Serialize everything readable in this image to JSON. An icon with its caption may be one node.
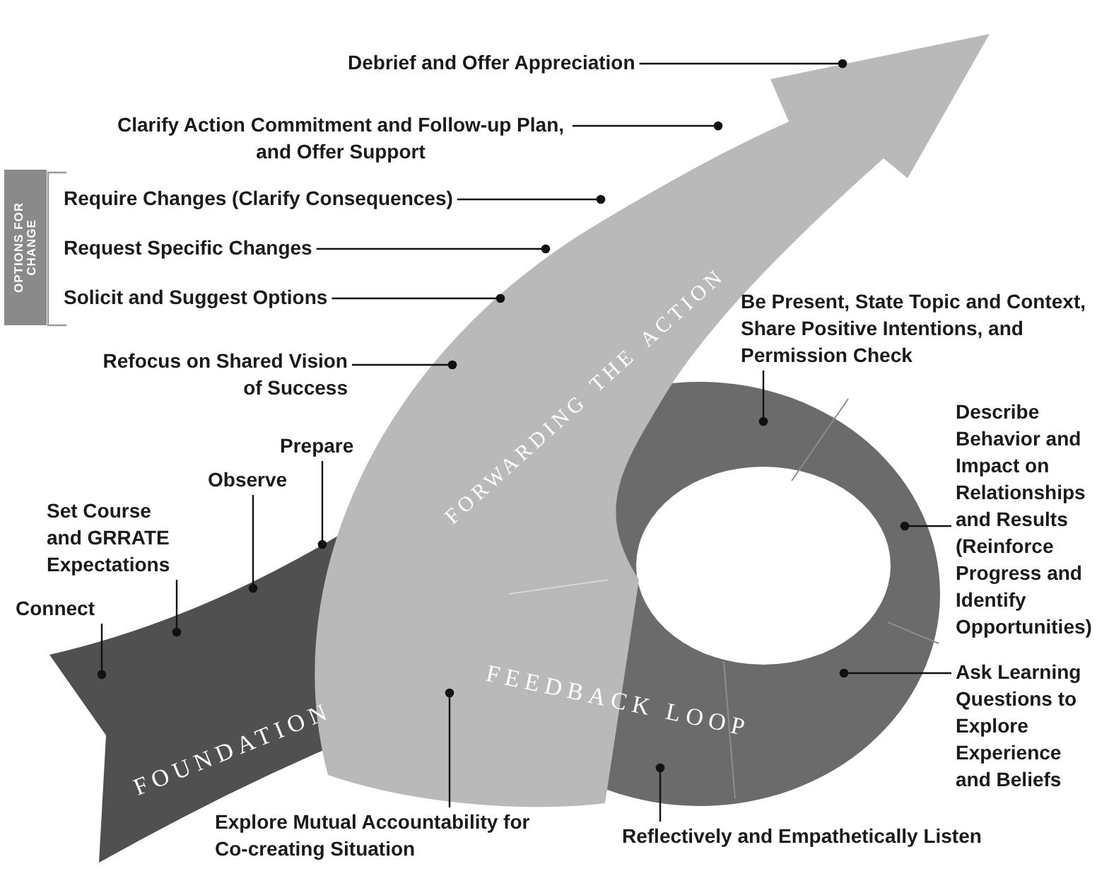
{
  "diagram": {
    "nodes": [
      {
        "text": [
          "Connect"
        ]
      },
      {
        "text": [
          "Set Course and GRRATE Expectations"
        ]
      },
      {
        "text": [
          "Observe"
        ]
      },
      {
        "text": [
          "Prepare"
        ]
      },
      {
        "text": [
          "Refocus on Shared Vision of Success"
        ]
      },
      {
        "text": [
          "Solicit and Suggest Options"
        ]
      },
      {
        "text": [
          "Request Specific Changes"
        ]
      },
      {
        "text": [
          "Require Changes (Clarify Consequences)"
        ]
      },
      {
        "text": [
          "Clarify Action Commitment and Follow-up Plan, and Offer Support"
        ]
      },
      {
        "text": [
          "Debrief and Offer Appreciation"
        ]
      },
      {
        "text": [
          "Be Present, State Topic and Context, Share Positive Intentions, and Permission Check"
        ]
      },
      {
        "text": [
          "Describe Behavior and Impact on Relationships and Results (Reinforce Progress and Identify Opportunities)"
        ]
      },
      {
        "text": [
          "Ask Learning Questions to Explore Experience and Beliefs"
        ]
      },
      {
        "text": [
          "Reflectively and Empathetically Listen"
        ]
      },
      {
        "text": [
          "Explore Mutual Accountability for Co-creating Situation"
        ]
      },
      {
        "text": [
          "OPTIONS FOR CHANGE"
        ]
      }
    ],
    "edges": [
      {
        "from": 0,
        "to": null,
        "arrow": "other"
      },
      {
        "from": 1,
        "to": null,
        "arrow": "other"
      },
      {
        "from": 2,
        "to": null,
        "arrow": "other"
      },
      {
        "from": 3,
        "to": null,
        "arrow": "other"
      },
      {
        "from": 4,
        "to": null,
        "arrow": "other"
      },
      {
        "from": 5,
        "to": null,
        "arrow": "other"
      },
      {
        "from": 6,
        "to": null,
        "arrow": "other"
      },
      {
        "from": 7,
        "to": null,
        "arrow": "other"
      },
      {
        "from": 8,
        "to": null,
        "arrow": "other"
      },
      {
        "from": 9,
        "to": null,
        "arrow": "other"
      },
      {
        "from": 10,
        "to": null,
        "arrow": "other"
      },
      {
        "from": 11,
        "to": null,
        "arrow": "other"
      },
      {
        "from": 12,
        "to": null,
        "arrow": "other"
      },
      {
        "from": 13,
        "to": null,
        "arrow": "other"
      },
      {
        "from": 14,
        "to": null,
        "arrow": "other"
      }
    ],
    "labels": [
      "FOUNDATION",
      "FORWARDING",
      "THE",
      "ACTION",
      "FEEDBACK LOOP"
    ]
  }
}
